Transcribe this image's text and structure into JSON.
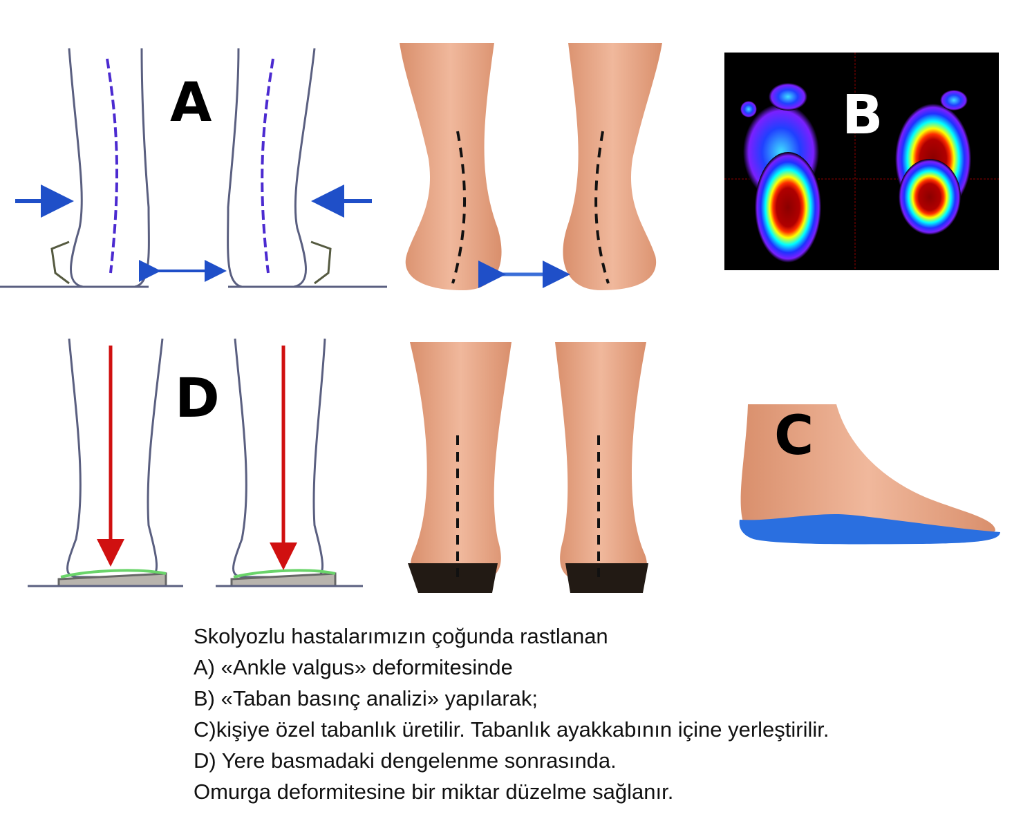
{
  "labels": {
    "a": "A",
    "b": "B",
    "c": "C",
    "d": "D"
  },
  "caption": [
    "Skolyozlu hastalarımızın çoğunda rastlanan",
    "A) «Ankle valgus» deformitesinde",
    "B) «Taban basınç analizi» yapılarak;",
    "C)kişiye özel tabanlık üretilir.  Tabanlık ayakkabının içine yerleştirilir.",
    "D) Yere basmadaki dengelenme sonrasında.",
    "Omurga deformitesine bir miktar düzelme sağlanır."
  ],
  "colors": {
    "arrow_blue": "#1f4fc8",
    "arrow_red": "#d01010",
    "insole_blue": "#2a6fe0",
    "skin": "#e8a98a",
    "heatmap_bg": "#000000"
  }
}
